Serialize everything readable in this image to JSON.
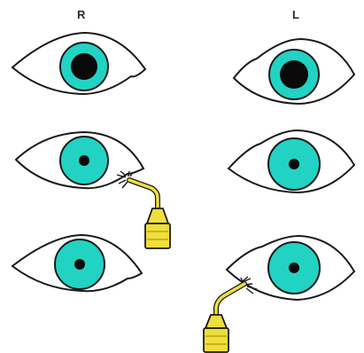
{
  "labels": {
    "right": "R",
    "left": "L"
  },
  "colors": {
    "iris": "#22d3c4",
    "outline": "#1a1a1a",
    "pupil": "#0a0a0a",
    "probe_body": "#f0de3c",
    "probe_shade": "#c9b21f"
  },
  "eyes": [
    {
      "side": "R",
      "row": 1,
      "pupil": "dilated"
    },
    {
      "side": "L",
      "row": 1,
      "pupil": "dilated"
    },
    {
      "side": "R",
      "row": 2,
      "pupil": "constricted",
      "stimulated": true
    },
    {
      "side": "L",
      "row": 2,
      "pupil": "constricted"
    },
    {
      "side": "R",
      "row": 3,
      "pupil": "constricted"
    },
    {
      "side": "L",
      "row": 3,
      "pupil": "constricted",
      "stimulated": true
    }
  ]
}
